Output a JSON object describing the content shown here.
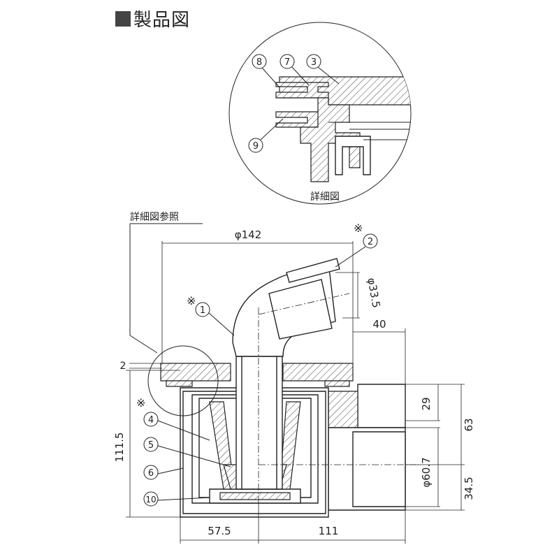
{
  "title": "製品図",
  "detail_label": "詳細図",
  "detail_ref_label": "詳細図参照",
  "note_mark": "※",
  "parts": {
    "p1": "1",
    "p2": "2",
    "p3": "3",
    "p4": "4",
    "p5": "5",
    "p6": "6",
    "p7": "7",
    "p8": "8",
    "p9": "9",
    "p10": "10"
  },
  "dimensions": {
    "d_top": "φ142",
    "d_inlet": "φ33.5",
    "d_40": "40",
    "d_2": "2",
    "d_height": "111.5",
    "d_29": "29",
    "d_63": "63",
    "d_outlet": "φ60.7",
    "d_345": "34.5",
    "d_575": "57.5",
    "d_111": "111"
  }
}
